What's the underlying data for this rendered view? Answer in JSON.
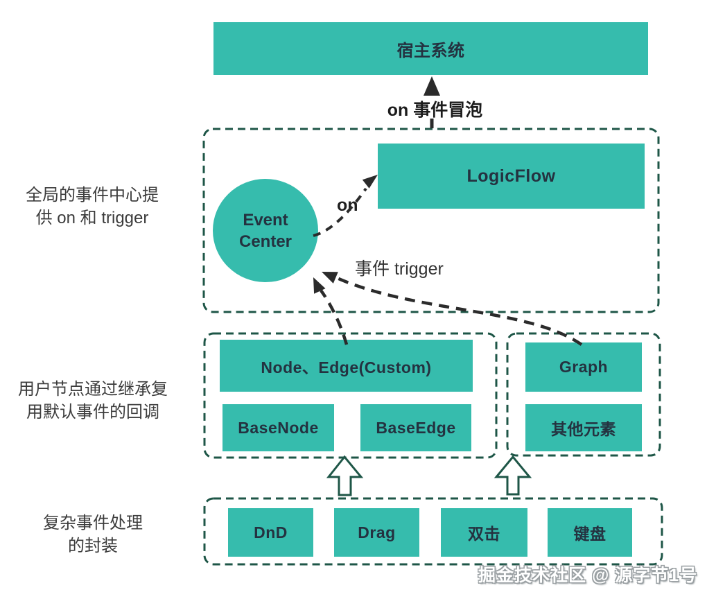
{
  "colors": {
    "teal": "#36bcad",
    "dashed_border": "#1e5647",
    "box_text": "#243240",
    "arrow_black": "#2b2b2b",
    "side_label_text": "#3c3c3c"
  },
  "top": {
    "host_box_label": "宿主系统",
    "bubble_arrow_label": "on 事件冒泡"
  },
  "event_section": {
    "side_label_line1": "全局的事件中心提",
    "side_label_line2": "供 on 和 trigger",
    "event_center_line1": "Event",
    "event_center_line2": "Center",
    "logicflow_label": "LogicFlow",
    "on_label": "on",
    "trigger_label": "事件 trigger"
  },
  "node_section": {
    "side_label_line1": "用户节点通过继承复",
    "side_label_line2": "用默认事件的回调",
    "custom_box_label": "Node、Edge(Custom)",
    "base_node_label": "BaseNode",
    "base_edge_label": "BaseEdge",
    "graph_label": "Graph",
    "other_elements_label": "其他元素"
  },
  "interaction_section": {
    "side_label_line1": "复杂事件处理",
    "side_label_line2": "的封装",
    "items": [
      "DnD",
      "Drag",
      "双击",
      "键盘"
    ]
  },
  "watermark_text": "掘金技术社区 @ 源字节1号"
}
